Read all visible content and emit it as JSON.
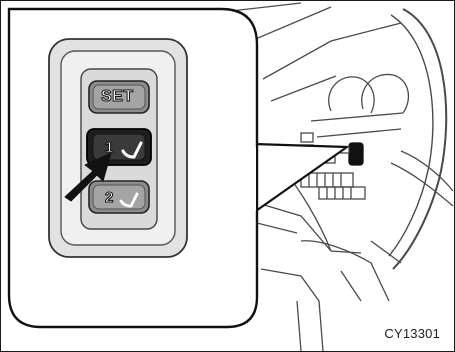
{
  "panel": {
    "set_label": "SET",
    "memory_1_label": "1",
    "memory_2_label": "2",
    "seat_icon": "seat-icon"
  },
  "figure": {
    "code": "CY13301"
  }
}
